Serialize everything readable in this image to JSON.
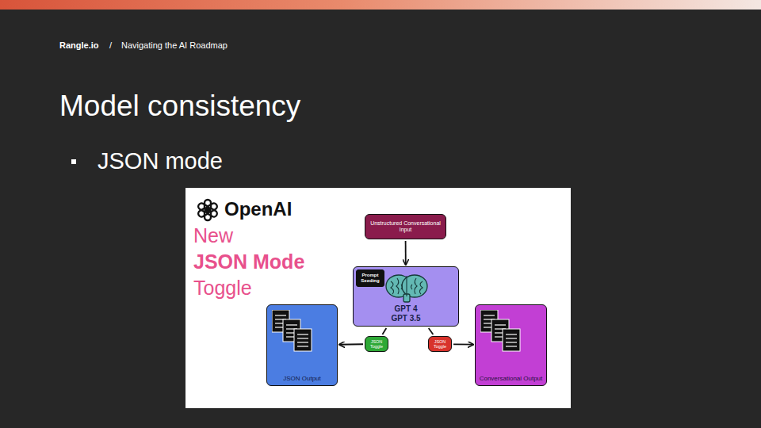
{
  "diagram": {
    "title": "Model consistency",
    "nodes": [
      {
        "text": [
          "Unstructured Conversational Input"
        ]
      },
      {
        "text": [
          "GPT 4",
          "GPT 3.5"
        ]
      },
      {
        "text": [
          "Prompt Seeding"
        ],
        "in": 1
      },
      {
        "text": [
          "JSON Output"
        ]
      },
      {
        "text": [
          "JSON Toggle"
        ]
      },
      {
        "text": [
          "JSON Toggle"
        ]
      },
      {
        "text": [
          "Conversational Output"
        ]
      }
    ],
    "edges": [
      {
        "from": 0,
        "to": 1,
        "arrow": "to"
      },
      {
        "from": 1,
        "to": 4,
        "arrow": "none"
      },
      {
        "from": 4,
        "to": 3,
        "arrow": "to"
      },
      {
        "from": 1,
        "to": 5,
        "arrow": "none"
      },
      {
        "from": 5,
        "to": 6,
        "arrow": "to"
      }
    ],
    "labels": [
      "Rangle.io",
      "/",
      "Navigating the AI Roadmap",
      "JSON mode",
      "OpenAI",
      "New",
      "JSON Mode",
      "Toggle"
    ]
  }
}
